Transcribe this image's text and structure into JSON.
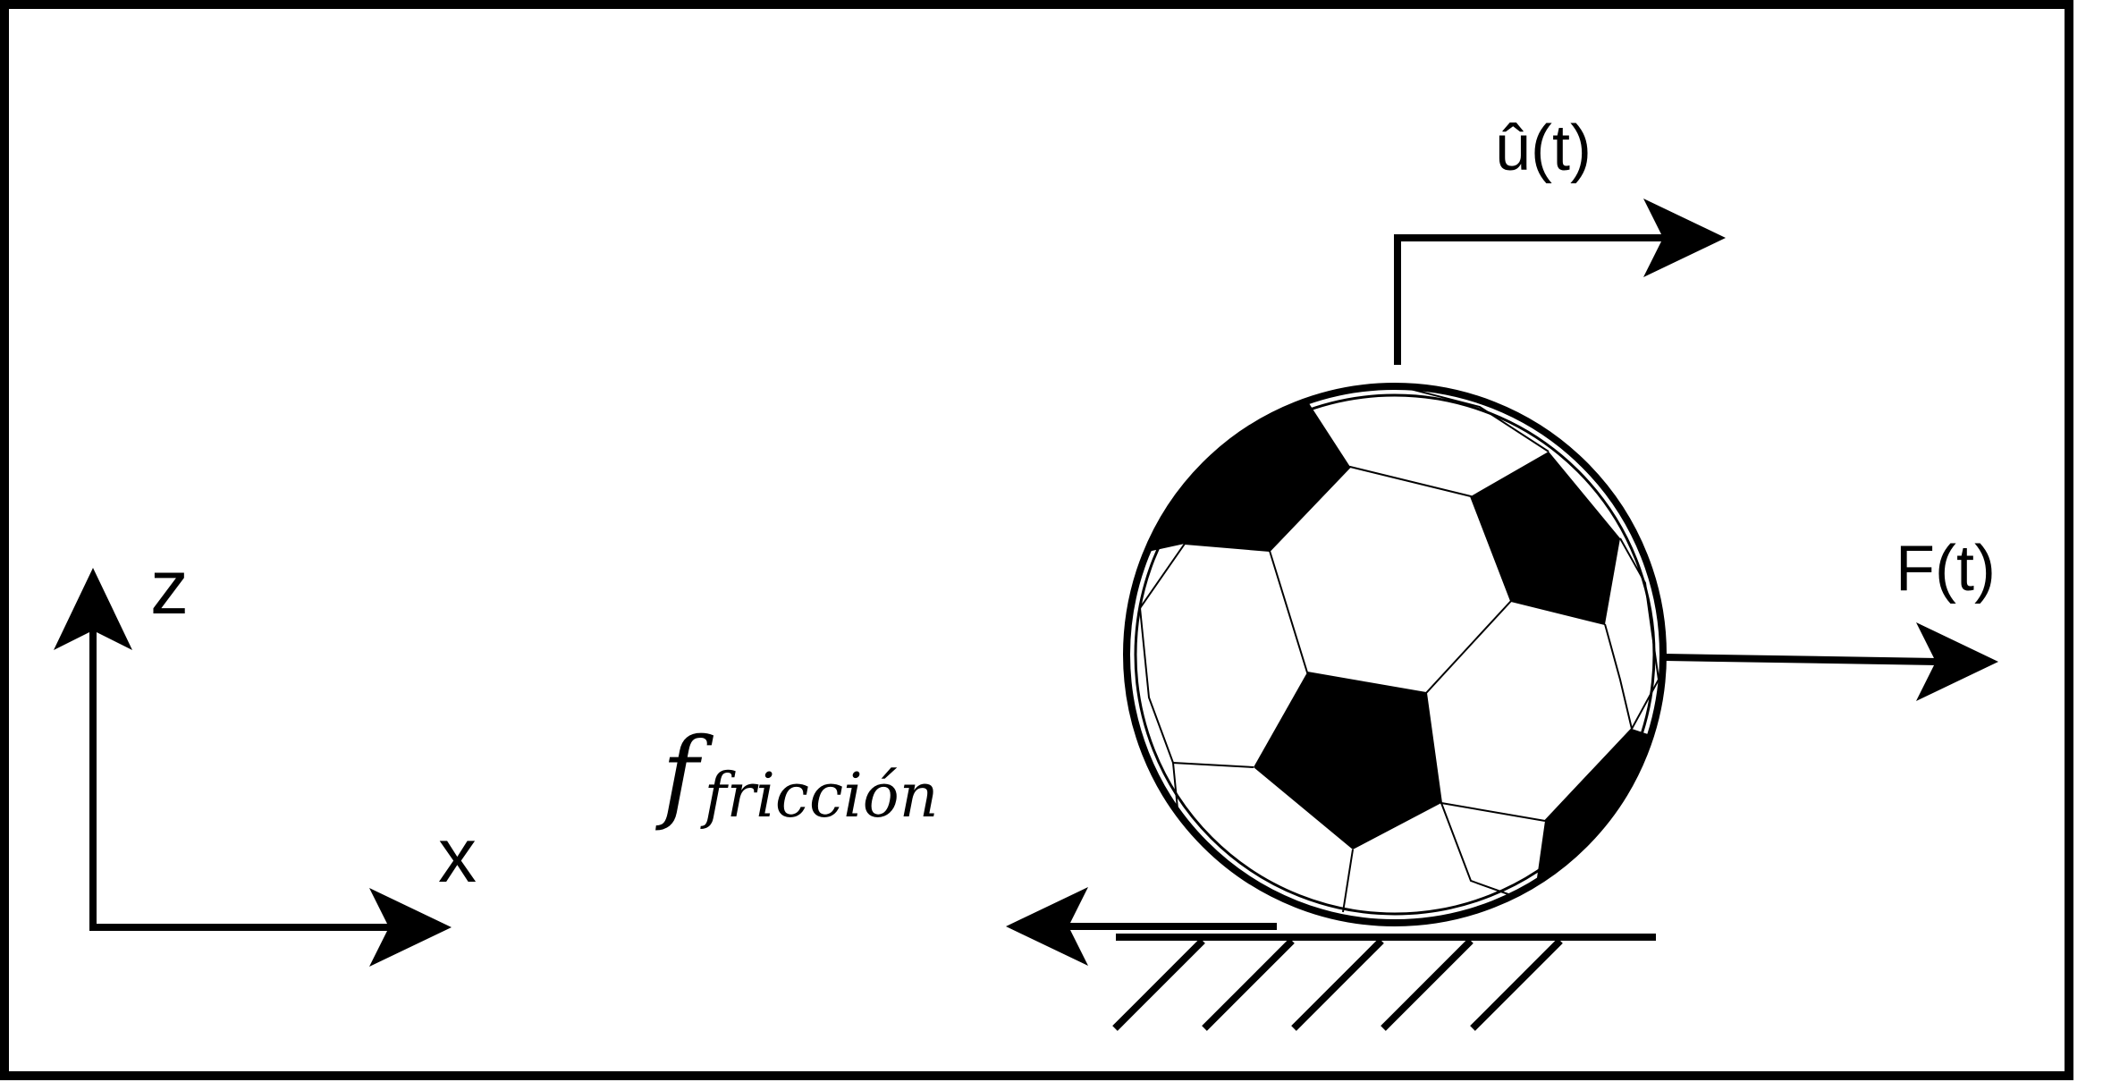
{
  "diagram": {
    "axes": {
      "z_label": "z",
      "x_label": "x"
    },
    "vectors": {
      "velocity_label": "û(t)",
      "force_label": "F(t)",
      "friction_symbol": "f",
      "friction_subscript": "fricción"
    },
    "ball": {
      "icon": "soccer-ball-icon"
    },
    "ground": {
      "icon": "hatched-ground-icon"
    },
    "colors": {
      "stroke": "#000000",
      "background": "#ffffff"
    }
  }
}
